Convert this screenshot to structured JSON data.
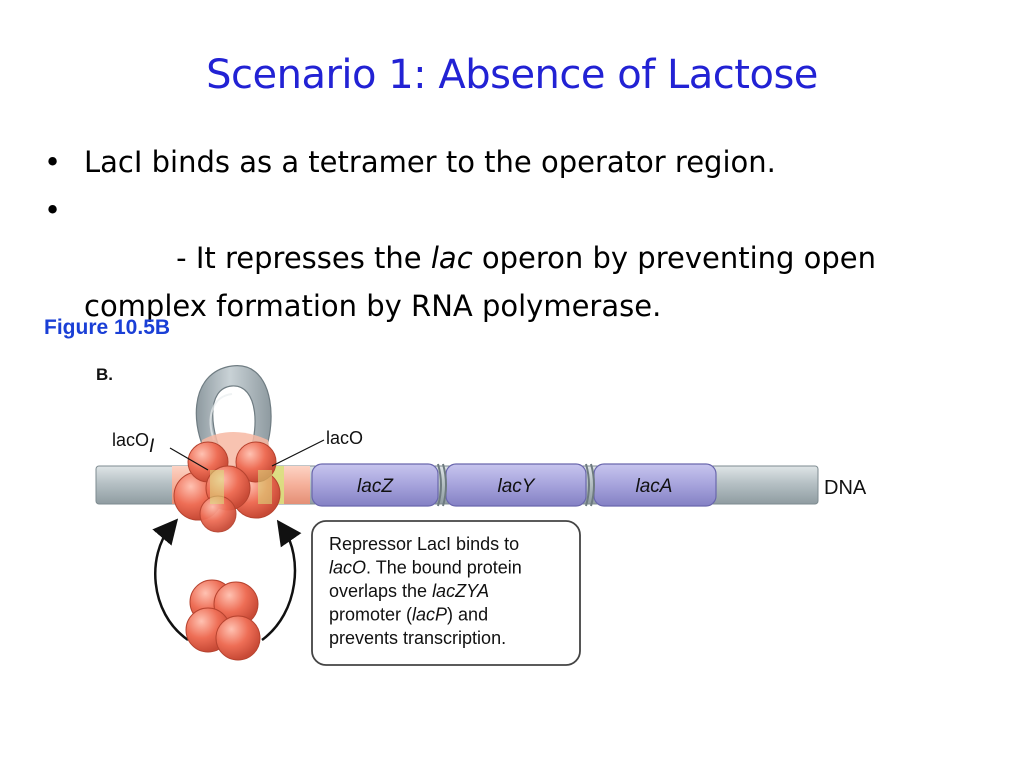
{
  "slide": {
    "title": "Scenario 1: Absence of Lactose",
    "bullets": [
      {
        "pre": "LacI binds as a tetramer to the operator region.",
        "em": "",
        "post": ""
      },
      {
        "pre": "      - It represses the ",
        "em": "lac",
        "post": " operon by preventing open complex formation by RNA polymerase."
      }
    ],
    "figure_caption": "Figure 10.5B"
  },
  "diagram": {
    "panel_label": "B.",
    "operator_left": "lacO",
    "operator_left_sub": "I",
    "operator_right": "lacO",
    "genes": [
      "lacZ",
      "lacY",
      "lacA"
    ],
    "dna_label": "DNA",
    "callout_lines": [
      {
        "parts": [
          {
            "t": "Repressor LacI binds to",
            "i": false
          }
        ]
      },
      {
        "parts": [
          {
            "t": "lacO",
            "i": true
          },
          {
            "t": ". The bound protein",
            "i": false
          }
        ]
      },
      {
        "parts": [
          {
            "t": "overlaps the ",
            "i": false
          },
          {
            "t": "lacZYA",
            "i": true
          }
        ]
      },
      {
        "parts": [
          {
            "t": "promoter (",
            "i": false
          },
          {
            "t": "lacP",
            "i": true
          },
          {
            "t": ") and",
            "i": false
          }
        ]
      },
      {
        "parts": [
          {
            "t": "prevents transcription.",
            "i": false
          }
        ]
      }
    ],
    "colors": {
      "dna": "#b8c3c7",
      "gene": "#a8a6dd",
      "promoter": "#f6b6a0",
      "operator": "#d6df7a",
      "protein": "#ea6a52",
      "loop": "#a9b5ba"
    }
  }
}
